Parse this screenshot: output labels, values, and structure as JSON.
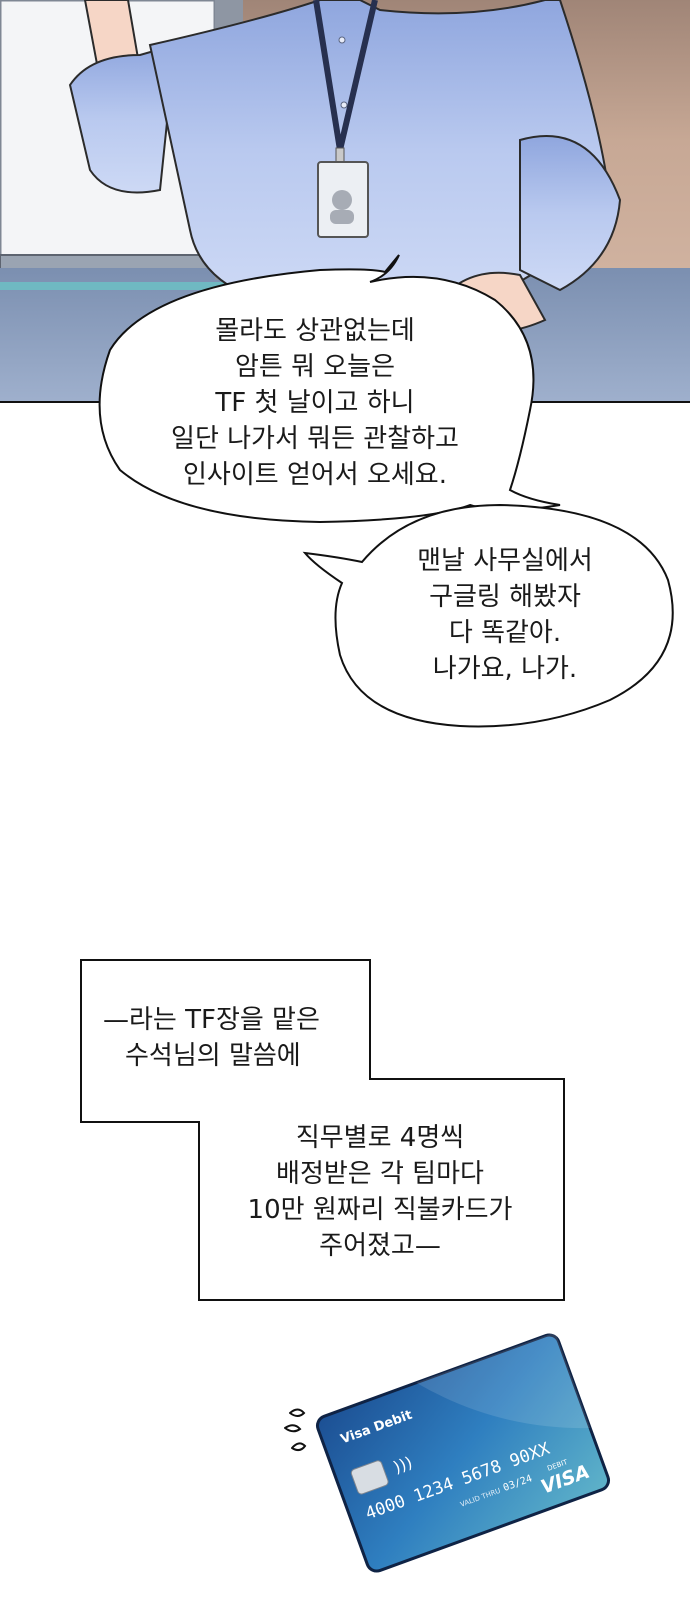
{
  "bubble1": {
    "lines": [
      "몰라도 상관없는데",
      "암튼 뭐 오늘은",
      "TF 첫 날이고 하니",
      "일단 나가서 뭐든 관찰하고",
      "인사이트 얻어서 오세요."
    ]
  },
  "bubble2": {
    "lines": [
      "맨날 사무실에서",
      "구글링 해봤자",
      "다 똑같아.",
      "나가요, 나가."
    ]
  },
  "caption1": {
    "lines": [
      "—라는 TF장을 맡은",
      "수석님의 말씀에"
    ]
  },
  "caption2": {
    "lines": [
      "직무별로 4명씩",
      "배정받은 각 팀마다",
      "10만 원짜리 직불카드가",
      "주어졌고—"
    ]
  },
  "card": {
    "brand_label": "Visa Debit",
    "number": "4000 1234 5678 90XX",
    "valid_label": "VALID THRU",
    "expiry": "03/24",
    "type_label": "DEBIT",
    "network": "VISA",
    "colors": {
      "dark": "#1c4f93",
      "mid": "#2f7fc0",
      "light": "#5fb3c9"
    }
  },
  "colors": {
    "shirt": "#b9c9ef",
    "skin": "#f6d6c6",
    "lanyard": "#27304f",
    "wall": "#c8a995"
  }
}
